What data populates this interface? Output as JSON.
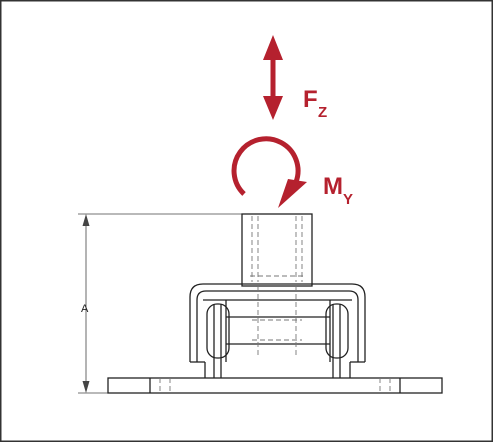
{
  "diagram": {
    "force_label_main": "F",
    "force_label_sub": "Z",
    "moment_label_main": "M",
    "moment_label_sub": "Y",
    "dimension_label": "A"
  },
  "colors": {
    "accent": "#b5212e",
    "line": "#222222",
    "hidden": "#777777",
    "border": "#333333"
  },
  "icons": {
    "force_arrow": "double-headed-vertical-arrow-icon",
    "moment_arrow": "circular-arrow-icon"
  }
}
